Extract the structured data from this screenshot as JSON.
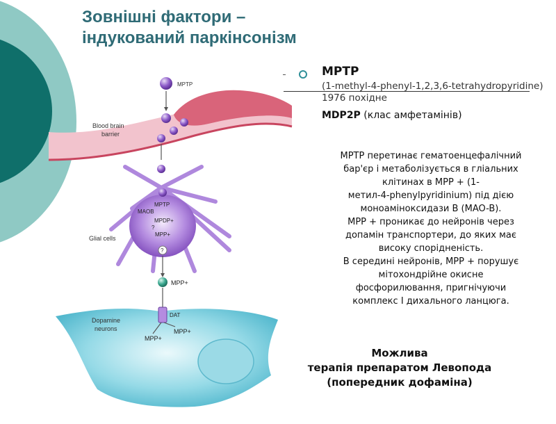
{
  "title": {
    "line1": "Зовнішні фактори –",
    "line2": "індукований паркінсонізм"
  },
  "bullet": {
    "heading": "MPTP",
    "chemical_name": "(1-methyl-4-phenyl-1,2,3,6-tetrahydropyridine) 1976 похідне",
    "mdp2p_bold": "MDP2P",
    "mdp2p_rest": " (клас амфетамінів)"
  },
  "description": [
    "MPTP перетинає гематоенцефалічний",
    "бар'єр і метаболізується в гліальних",
    "клітинах в MPP + (1-",
    "метил-4-phenylpyridinium) під дією",
    "моноаміноксидази B (MAO-B).",
    "MPP + проникає  до нейронів через",
    "допамін транспортери, до яких має",
    "високу спорідненість.",
    "В середині нейронів, MPP + порушує",
    "мітохондрійне окисне",
    "фосфорилювання, пригнічуючи",
    "комплекс I дихального ланцюга."
  ],
  "therapy": {
    "line1": "Можлива",
    "line2": "терапія препаратом Левопода",
    "line3": "(попередник дофаміна)"
  },
  "diagram": {
    "mptp_label": "MPTP",
    "bbb_label_1": "Blood brain",
    "bbb_label_2": "barrier",
    "glial_label": "Glial cells",
    "glial_mptp": "MPTP",
    "glial_maob": "MAOB",
    "glial_mpdp": "MPDP+",
    "glial_q": "?",
    "glial_mpp": "MPP+",
    "question": "?",
    "mpp_out": "MPP+",
    "dat_label": "DAT",
    "dopamine_label_1": "Dopamine",
    "dopamine_label_2": "neurons",
    "neuron_mpp_left": "MPP+",
    "neuron_mpp_right": "MPP+"
  },
  "colors": {
    "title": "#2f6b76",
    "circle_dark": "#0f6f6a",
    "circle_light": "#8fc9c4",
    "membrane": "#d9647a",
    "glial": "#8a55c8",
    "neuron": "#6ec6d8",
    "mpp_ball": "#3aa890"
  }
}
